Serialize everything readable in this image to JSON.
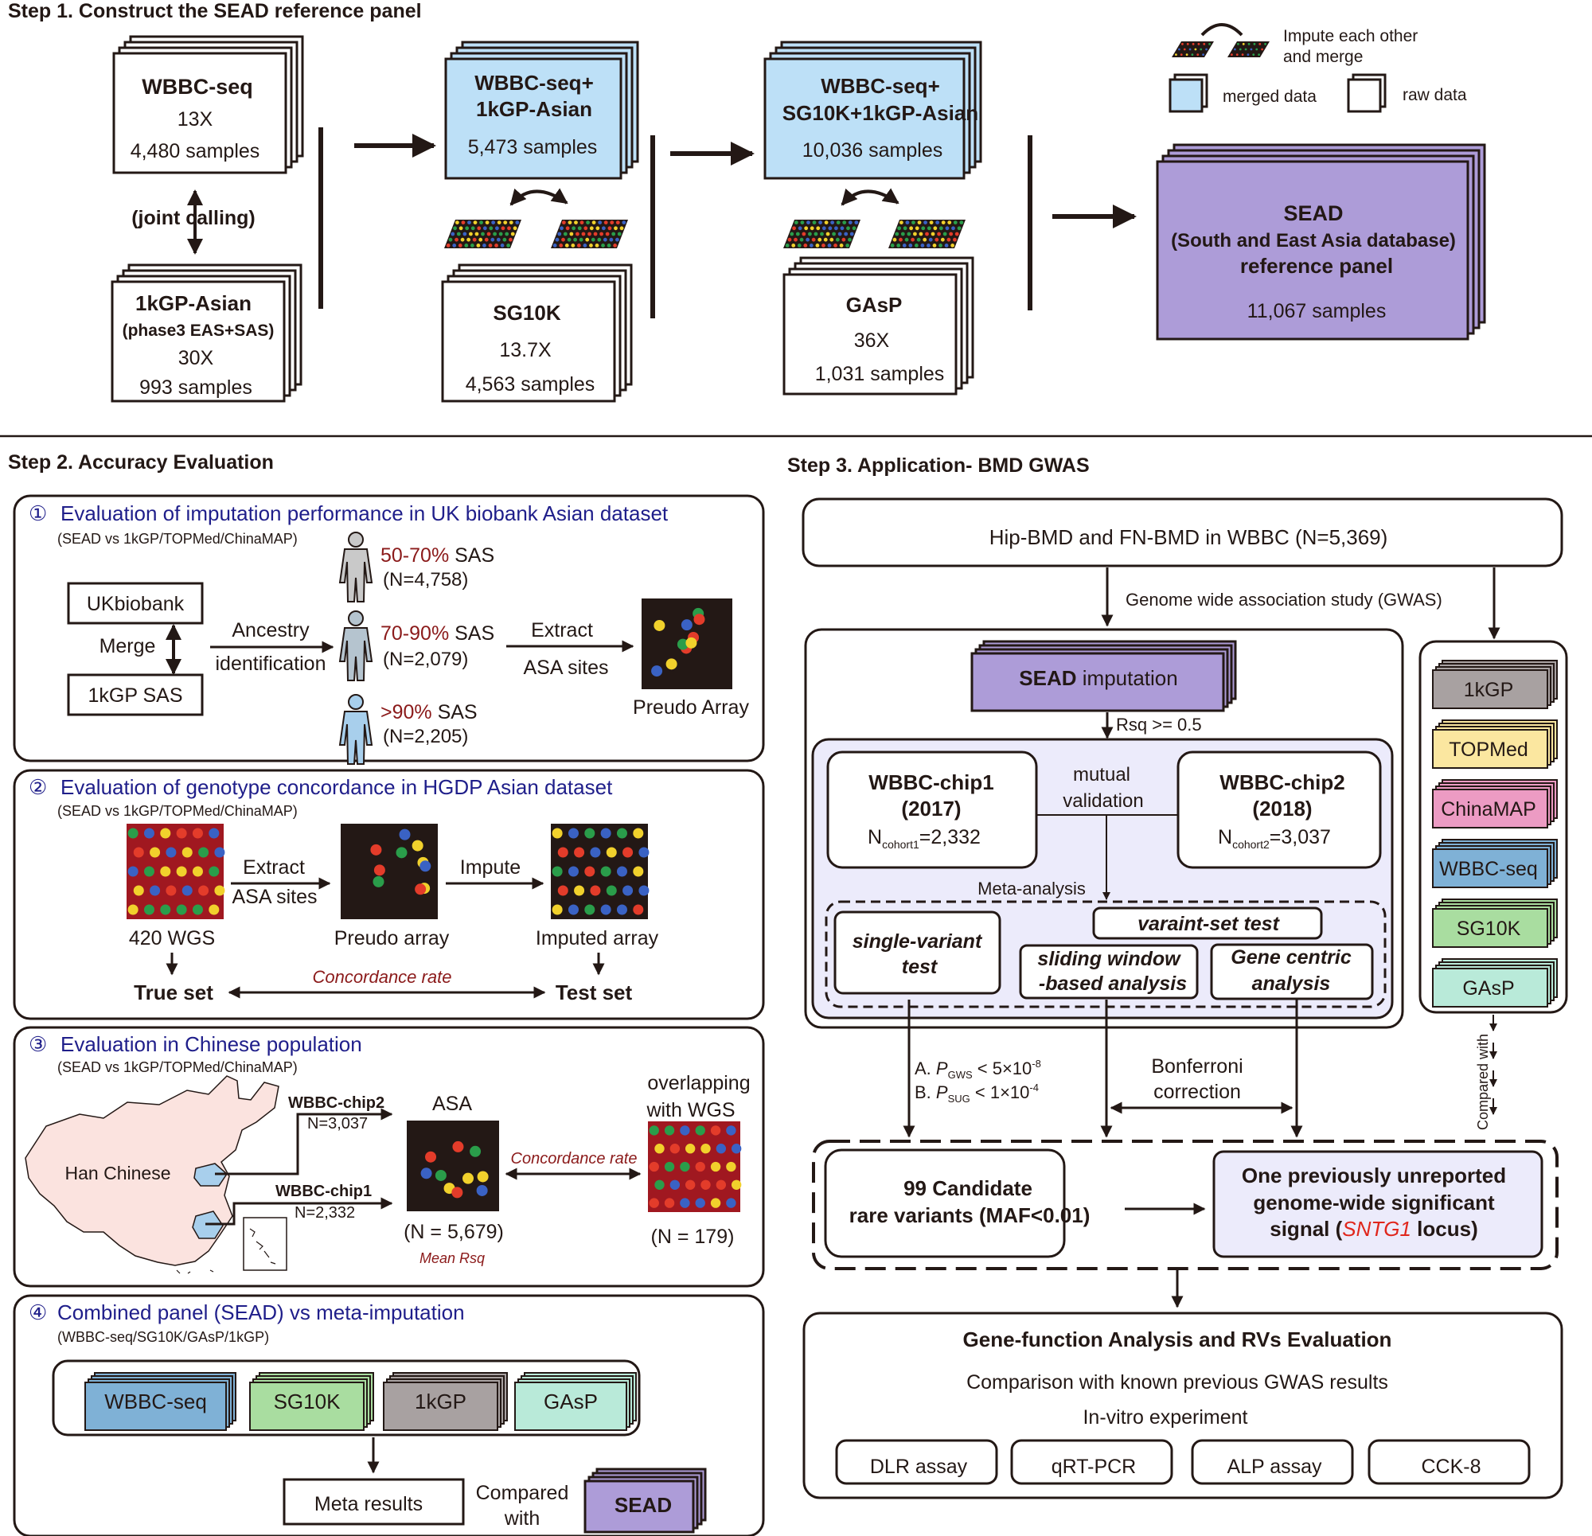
{
  "legend": {
    "impute_merge": "Impute each other",
    "impute_merge2": "and merge",
    "merged": "merged data",
    "raw": "raw data"
  },
  "colors": {
    "merged": "#bde0f7",
    "raw": "#ffffff",
    "sead": "#ad9cd8",
    "grey": "#a8a1a1",
    "topmed": "#fbe7a0",
    "chinamap": "#ec9bc3",
    "wbbcseq": "#7fb1d6",
    "sg10k": "#a9dda0",
    "gasp": "#b9ead9",
    "meta": "#ecebfb",
    "dark_red": "#8b1a1a",
    "navy": "#1f1e8a",
    "china": "#fbe3df",
    "array_bg": "#231815",
    "array_bg_red": "#a01820"
  },
  "step1": {
    "title": "Step 1. Construct the SEAD reference panel",
    "wbbc": {
      "name": "WBBC-seq",
      "depth": "13X",
      "samples": "4,480 samples"
    },
    "joint": "(joint calling)",
    "kgp": {
      "name": "1kGP-Asian",
      "sub": "(phase3 EAS+SAS)",
      "depth": "30X",
      "samples": "993 samples"
    },
    "m1": {
      "line1": "WBBC-seq+",
      "line2": "1kGP-Asian",
      "samples": "5,473 samples"
    },
    "sg10k": {
      "name": "SG10K",
      "depth": "13.7X",
      "samples": "4,563 samples"
    },
    "m2": {
      "line1": "WBBC-seq+",
      "line2": "SG10K+1kGP-Asian",
      "samples": "10,036 samples"
    },
    "gasp": {
      "name": "GAsP",
      "depth": "36X",
      "samples": "1,031 samples"
    },
    "sead": {
      "line1": "SEAD",
      "line2": "(South and East Asia database)",
      "line3": "reference panel",
      "samples": "11,067 samples"
    }
  },
  "step2": {
    "title": "Step 2. Accuracy Evaluation",
    "p1": {
      "num": "①",
      "title": "Evaluation of imputation performance in UK biobank Asian dataset",
      "sub": "(SEAD vs 1kGP/TOPMed/ChinaMAP)",
      "ukb": "UKbiobank",
      "merge": "Merge",
      "kgpsas": "1kGP SAS",
      "ancestry1": "Ancestry",
      "ancestry2": "identification",
      "g1pct": "50-70%",
      "g1sas": " SAS",
      "g1n": "(N=4,758)",
      "g2pct": "70-90%",
      "g2sas": " SAS",
      "g2n": "(N=2,079)",
      "g3pct": ">90%",
      "g3sas": " SAS",
      "g3n": "(N=2,205)",
      "extract": "Extract",
      "asa": "ASA sites",
      "preudo": "Preudo Array"
    },
    "p2": {
      "num": "②",
      "title": "Evaluation of genotype concordance in HGDP Asian dataset",
      "sub": "(SEAD vs 1kGP/TOPMed/ChinaMAP)",
      "extract": "Extract",
      "asa": "ASA sites",
      "impute": "Impute",
      "wgs": "420 WGS",
      "preudo": "Preudo array",
      "imputed": "Imputed array",
      "true": "True set",
      "test": "Test set",
      "conc": "Concordance rate"
    },
    "p3": {
      "num": "③",
      "title": "Evaluation in Chinese population",
      "sub": "(SEAD vs 1kGP/TOPMed/ChinaMAP)",
      "han": "Han Chinese",
      "chip2": "WBBC-chip2",
      "n2": "N=3,037",
      "chip1": "WBBC-chip1",
      "n1": "N=2,332",
      "asa": "ASA",
      "overlap1": "overlapping",
      "overlap2": "with WGS",
      "conc": "Concordance rate",
      "n5679": "(N = 5,679)",
      "meanrsq": "Mean Rsq",
      "n179": "(N = 179)"
    },
    "p4": {
      "num": "④",
      "title": "Combined panel (SEAD) vs meta-imputation",
      "sub": "(WBBC-seq/SG10K/GAsP/1kGP)",
      "items": [
        "WBBC-seq",
        "SG10K",
        "1kGP",
        "GAsP"
      ],
      "meta": "Meta results",
      "cmp1": "Compared",
      "cmp2": "with",
      "sead": "SEAD"
    }
  },
  "step3": {
    "title": "Step 3. Application- BMD GWAS",
    "top": "Hip-BMD and FN-BMD in WBBC (N=5,369)",
    "gwas": "Genome wide association study (GWAS)",
    "sead_imp1": "SEAD",
    "sead_imp2": " imputation",
    "rsq": "Rsq >= 0.5",
    "chip1": {
      "l1": "WBBC-chip1",
      "l2": "(2017)",
      "n": "N",
      "sub": "cohort1",
      "val": "=2,332"
    },
    "chip2": {
      "l1": "WBBC-chip2",
      "l2": "(2018)",
      "n": "N",
      "sub": "cohort2",
      "val": "=3,037"
    },
    "mutual1": "mutual",
    "mutual2": "validation",
    "meta": "Meta-analysis",
    "single1": "single-variant",
    "single2": "test",
    "vset": "varaint-set test",
    "slide1": "sliding window",
    "slide2": "-based analysis",
    "gene1": "Gene centric",
    "gene2": "analysis",
    "compare_panels": [
      "1kGP",
      "TOPMed",
      "ChinaMAP",
      "WBBC-seq",
      "SG10K",
      "GAsP"
    ],
    "compared_with": "Compared with",
    "pa_pre": "A. ",
    "pa_p": "P",
    "pa_sub": "GWS",
    "pa_val": " < 5×10",
    "pa_exp": "-8",
    "pb_pre": "B. ",
    "pb_p": "P",
    "pb_sub": "SUG",
    "pb_val": " < 1×10",
    "pb_exp": "-4",
    "bonf1": "Bonferroni",
    "bonf2": "correction",
    "cand1": "99 Candidate",
    "cand2": "rare variants (MAF<0.01)",
    "sig1": "One previously unreported",
    "sig2": "genome-wide significant",
    "sig3a": "signal (",
    "sig3b": "SNTG1",
    "sig3c": " locus)",
    "func_title": "Gene-function Analysis and RVs Evaluation",
    "func_l1": "Comparison with known previous GWAS results",
    "func_l2": "In-vitro experiment",
    "assays": [
      "DLR assay",
      "qRT-PCR",
      "ALP assay",
      "CCK-8"
    ]
  }
}
